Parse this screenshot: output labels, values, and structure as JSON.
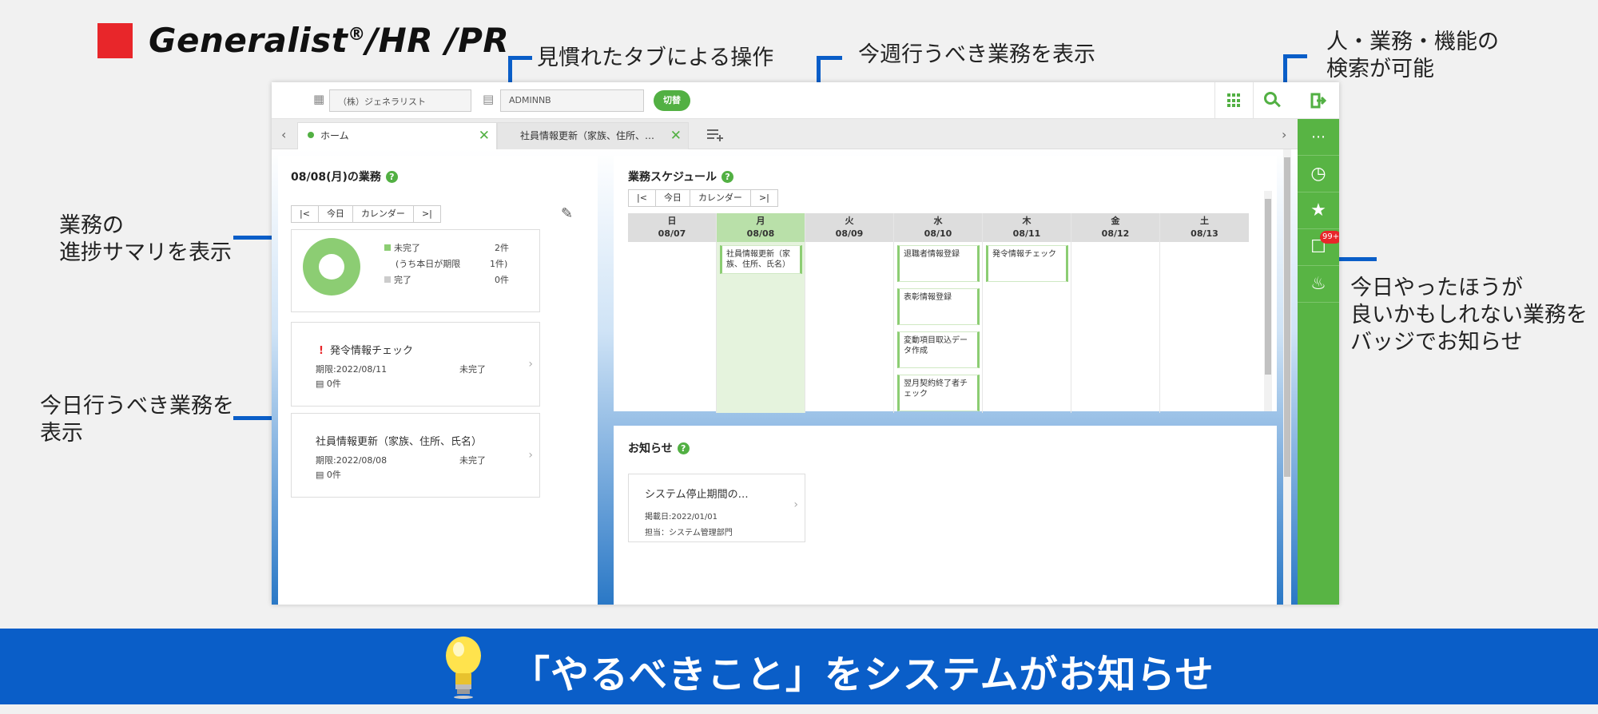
{
  "brand": {
    "name": "Generalist",
    "reg": "®",
    "suffix": "/HR /PR",
    "color": "#e8262a"
  },
  "callouts": {
    "tabs": "見慣れたタブによる操作",
    "weekly": "今週行うべき業務を表示",
    "search_l1": "人・業務・機能の",
    "search_l2": "検索が可能",
    "summary_l1": "業務の",
    "summary_l2": "進捗サマリを表示",
    "today_l1": "今日行うべき業務を",
    "today_l2": "表示",
    "badge_l1": "今日やったほうが",
    "badge_l2": "良いかもしれない業務を",
    "badge_l3": "バッジでお知らせ"
  },
  "topbar": {
    "company": "（株）ジェネラリスト",
    "user": "ADMINNB",
    "switch_label": "切替"
  },
  "rail": {
    "badge": "99+"
  },
  "tabs": [
    {
      "label": "ホーム"
    },
    {
      "label": "社員情報更新（家族、住所、…"
    }
  ],
  "today_panel": {
    "title": "08/08(月)の業務",
    "nav": [
      "|<",
      "今日",
      "カレンダー",
      ">|"
    ],
    "summary": {
      "incomplete_label": "未完了",
      "incomplete_count": "2件",
      "due_today_label": "(うち本日が期限",
      "due_today_count": "1件)",
      "complete_label": "完了",
      "complete_count": "0件"
    },
    "tasks": [
      {
        "alert": "!",
        "title": "発令情報チェック",
        "due": "期限:2022/08/11",
        "status": "未完了",
        "comments": "0件"
      },
      {
        "title": "社員情報更新（家族、住所、氏名）",
        "due": "期限:2022/08/08",
        "status": "未完了",
        "comments": "0件"
      }
    ]
  },
  "schedule": {
    "title": "業務スケジュール",
    "nav": [
      "|<",
      "今日",
      "カレンダー",
      ">|"
    ],
    "days": [
      {
        "dow": "日",
        "date": "08/07"
      },
      {
        "dow": "月",
        "date": "08/08"
      },
      {
        "dow": "火",
        "date": "08/09"
      },
      {
        "dow": "水",
        "date": "08/10"
      },
      {
        "dow": "木",
        "date": "08/11"
      },
      {
        "dow": "金",
        "date": "08/12"
      },
      {
        "dow": "土",
        "date": "08/13"
      }
    ],
    "events": {
      "mon": "社員情報更新（家族、住所、氏名）",
      "wed1": "退職者情報登録",
      "wed2": "表彰情報登録",
      "wed3": "変動項目取込データ作成",
      "wed4": "翌月契約終了者チェック",
      "thu": "発令情報チェック"
    }
  },
  "notices": {
    "title": "お知らせ",
    "item_title": "システム停止期間の…",
    "item_date": "掲載日:2022/01/01",
    "item_owner": "担当：システム管理部門"
  },
  "banner": {
    "text": "「やるべきこと」をシステムがお知らせ",
    "color": "#0a5ec8"
  },
  "accent": "#52b043"
}
